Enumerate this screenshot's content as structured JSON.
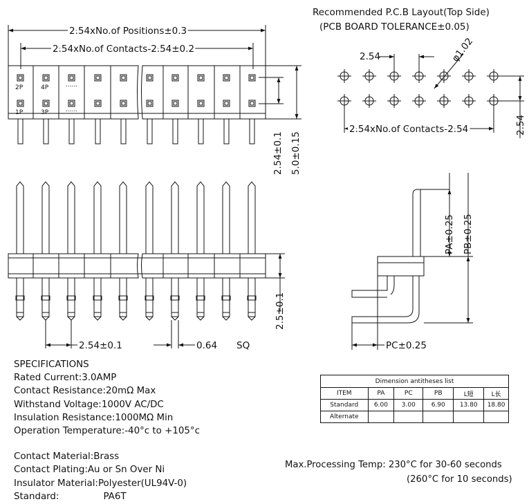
{
  "header": {
    "title_line1": "Recommended P.C.B Layout(Top Side)",
    "title_line2": "(PCB BOARD TOLERANCE±0.05)"
  },
  "top_view": {
    "dim_positions": "2.54xNo.of Positions±0.3",
    "dim_contacts": "2.54xNo.of Contacts-2.54±0.2",
    "pin_2p": "2P",
    "pin_4p": "4P",
    "pin_1p": "1P",
    "pin_3p": "3P",
    "dots": "......",
    "dim_row_pitch": "2.54±0.1",
    "dim_total": "5.0±0.15"
  },
  "pcb_layout": {
    "dim_pitch": "2.54",
    "dim_hole": "φ1.02",
    "dim_row_length": "2.54xNo.of Contacts-2.54",
    "dim_row_pitch": "2.54"
  },
  "front_view": {
    "dim_pitch": "2.54±0.1",
    "dim_pin": "0.64",
    "dim_pin_unit": "SQ",
    "dim_height": "2.5±0.1"
  },
  "side_view": {
    "dim_pa": "PA±0.25",
    "dim_pb": "PB±0.25",
    "dim_pc": "PC±0.25"
  },
  "specifications": {
    "heading": "SPECIFICATIONS",
    "rated_current": "Rated  Current:3.0AMP",
    "contact_resistance": "Contact  Resistance:20mΩ  Max",
    "withstand_voltage": "Withstand  Voltage:1000V  AC/DC",
    "insulation_resistance": "Insulation  Resistance:1000MΩ  Min",
    "operation_temperature": "Operation  Temperature:-40°c  to  +105°c",
    "contact_material": "Contact  Material:Brass",
    "contact_plating": "Contact  Plating:Au  or  Sn  Over  Ni",
    "insulator_material": "Insulator  Material:Polyester(UL94V-0)",
    "standard_label": "Standard:",
    "standard_value": "PA6T"
  },
  "dimension_table": {
    "caption": "Dimension  antitheses  list",
    "headers": [
      "ITEM",
      "PA",
      "PC",
      "PB",
      "L短",
      "L长"
    ],
    "rows": [
      [
        "Standard",
        "6.00",
        "3.00",
        "6.90",
        "13.80",
        "18.80"
      ],
      [
        "Alternate",
        "",
        "",
        "",
        "",
        ""
      ]
    ]
  },
  "processing": {
    "line1": "Max.Processing  Temp:  230°C  for  30-60  seconds",
    "line2": "(260°C  for  10  seconds)"
  }
}
